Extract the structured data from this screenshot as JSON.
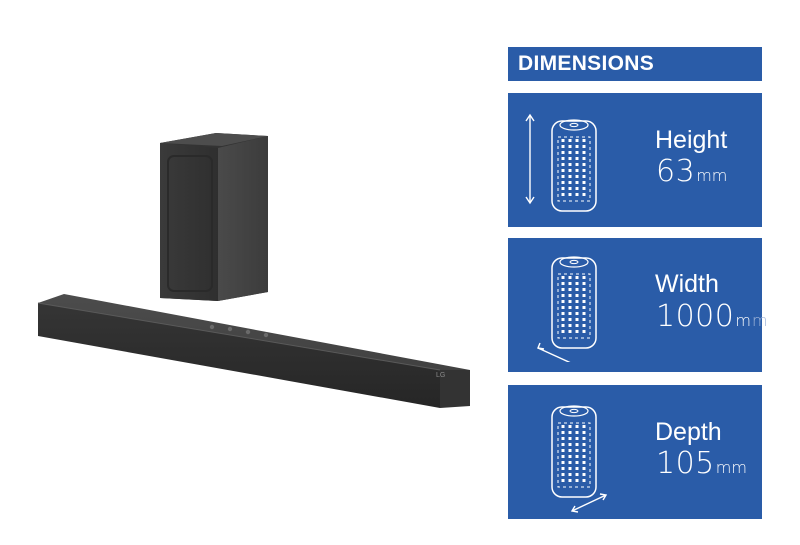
{
  "header": {
    "title": "DIMENSIONS"
  },
  "cards": [
    {
      "label": "Height",
      "value": "63",
      "unit": "mm",
      "icon": "height-arrow-icon"
    },
    {
      "label": "Width",
      "value": "1000",
      "unit_main": "m",
      "unit_tail": "m",
      "icon": "width-arrow-icon"
    },
    {
      "label": "Depth",
      "value": "105",
      "unit": "mm",
      "icon": "depth-arrow-icon"
    }
  ],
  "product": {
    "brand_mark": "LG"
  },
  "colors": {
    "panel": "#2a5ca8",
    "text": "#ffffff",
    "device": "#3d3d3d"
  }
}
